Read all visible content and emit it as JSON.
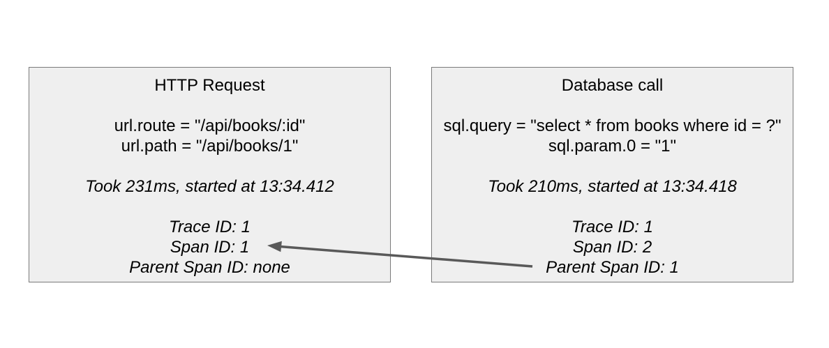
{
  "boxes": [
    {
      "title": "HTTP Request",
      "attributes": [
        "url.route = \"/api/books/:id\"",
        "url.path = \"/api/books/1\""
      ],
      "timing": "Took 231ms, started at 13:34.412",
      "ids": [
        "Trace ID: 1",
        "Span ID: 1",
        "Parent Span ID: none"
      ]
    },
    {
      "title": "Database call",
      "attributes": [
        "sql.query = \"select * from books where id = ?\"",
        "sql.param.0 = \"1\""
      ],
      "timing": "Took 210ms, started at 13:34.418",
      "ids": [
        "Trace ID: 1",
        "Span ID: 2",
        "Parent Span ID: 1"
      ]
    }
  ],
  "colors": {
    "background": "#ffffff",
    "box_fill": "#efefef",
    "box_border": "#7a7a7a",
    "text": "#000000",
    "arrow": "#595959"
  }
}
